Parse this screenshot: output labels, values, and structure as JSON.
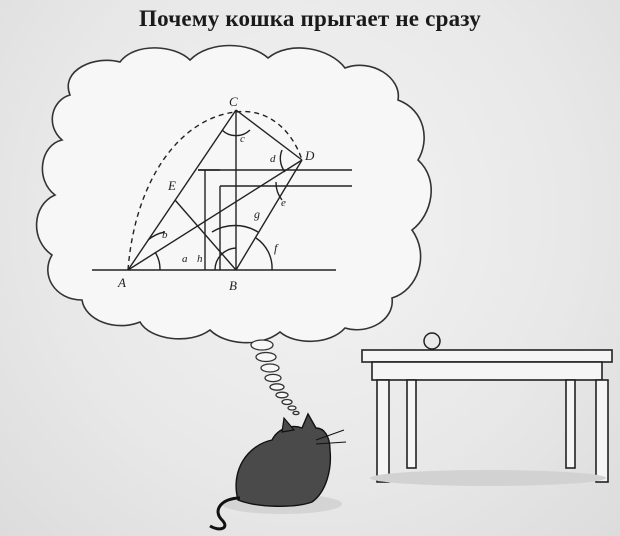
{
  "title": "Почему кошка прыгает не сразу",
  "points": {
    "A": "A",
    "B": "B",
    "C": "C",
    "D": "D",
    "E": "E"
  },
  "angles": {
    "a": "a",
    "b": "b",
    "c": "c",
    "d": "d",
    "e": "e",
    "f": "f",
    "g": "g",
    "h": "h"
  },
  "colors": {
    "ink": "#222222",
    "cat": "#4a4a4a",
    "background": "#ececec"
  },
  "icons": {
    "cat": "cat-icon",
    "table": "table-icon",
    "ball": "ball-icon",
    "thought_bubble": "thought-bubble-icon"
  }
}
